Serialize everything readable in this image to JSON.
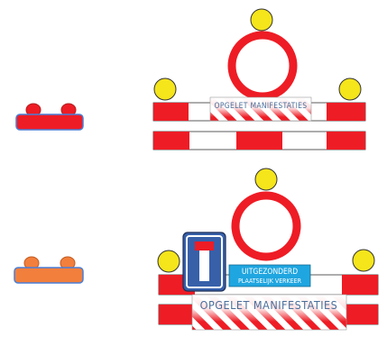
{
  "colors": {
    "red": "#ee1c25",
    "amber": "#f5e51b",
    "orange": "#f37f3c",
    "blue_sign": "#3760a9",
    "cyan_plate": "#1fa6e0",
    "plate_text": "#4a6e9a",
    "white": "#ffffff"
  },
  "signs": {
    "top_plate_text": "OPGELET MANIFESTATIES",
    "bottom_plate_text": "OPGELET MANIFESTATIES",
    "sub_plate_line1": "UITGEZONDERD",
    "sub_plate_line2": "PLAATSELIJK VERKEER"
  },
  "icons": {
    "top_left": "red-warning-light-bar-icon",
    "bottom_left": "orange-warning-light-bar-icon",
    "top_right": "road-barrier-with-no-entry-sign-icon",
    "bottom_right": "road-barrier-with-dead-end-sign-icon"
  }
}
